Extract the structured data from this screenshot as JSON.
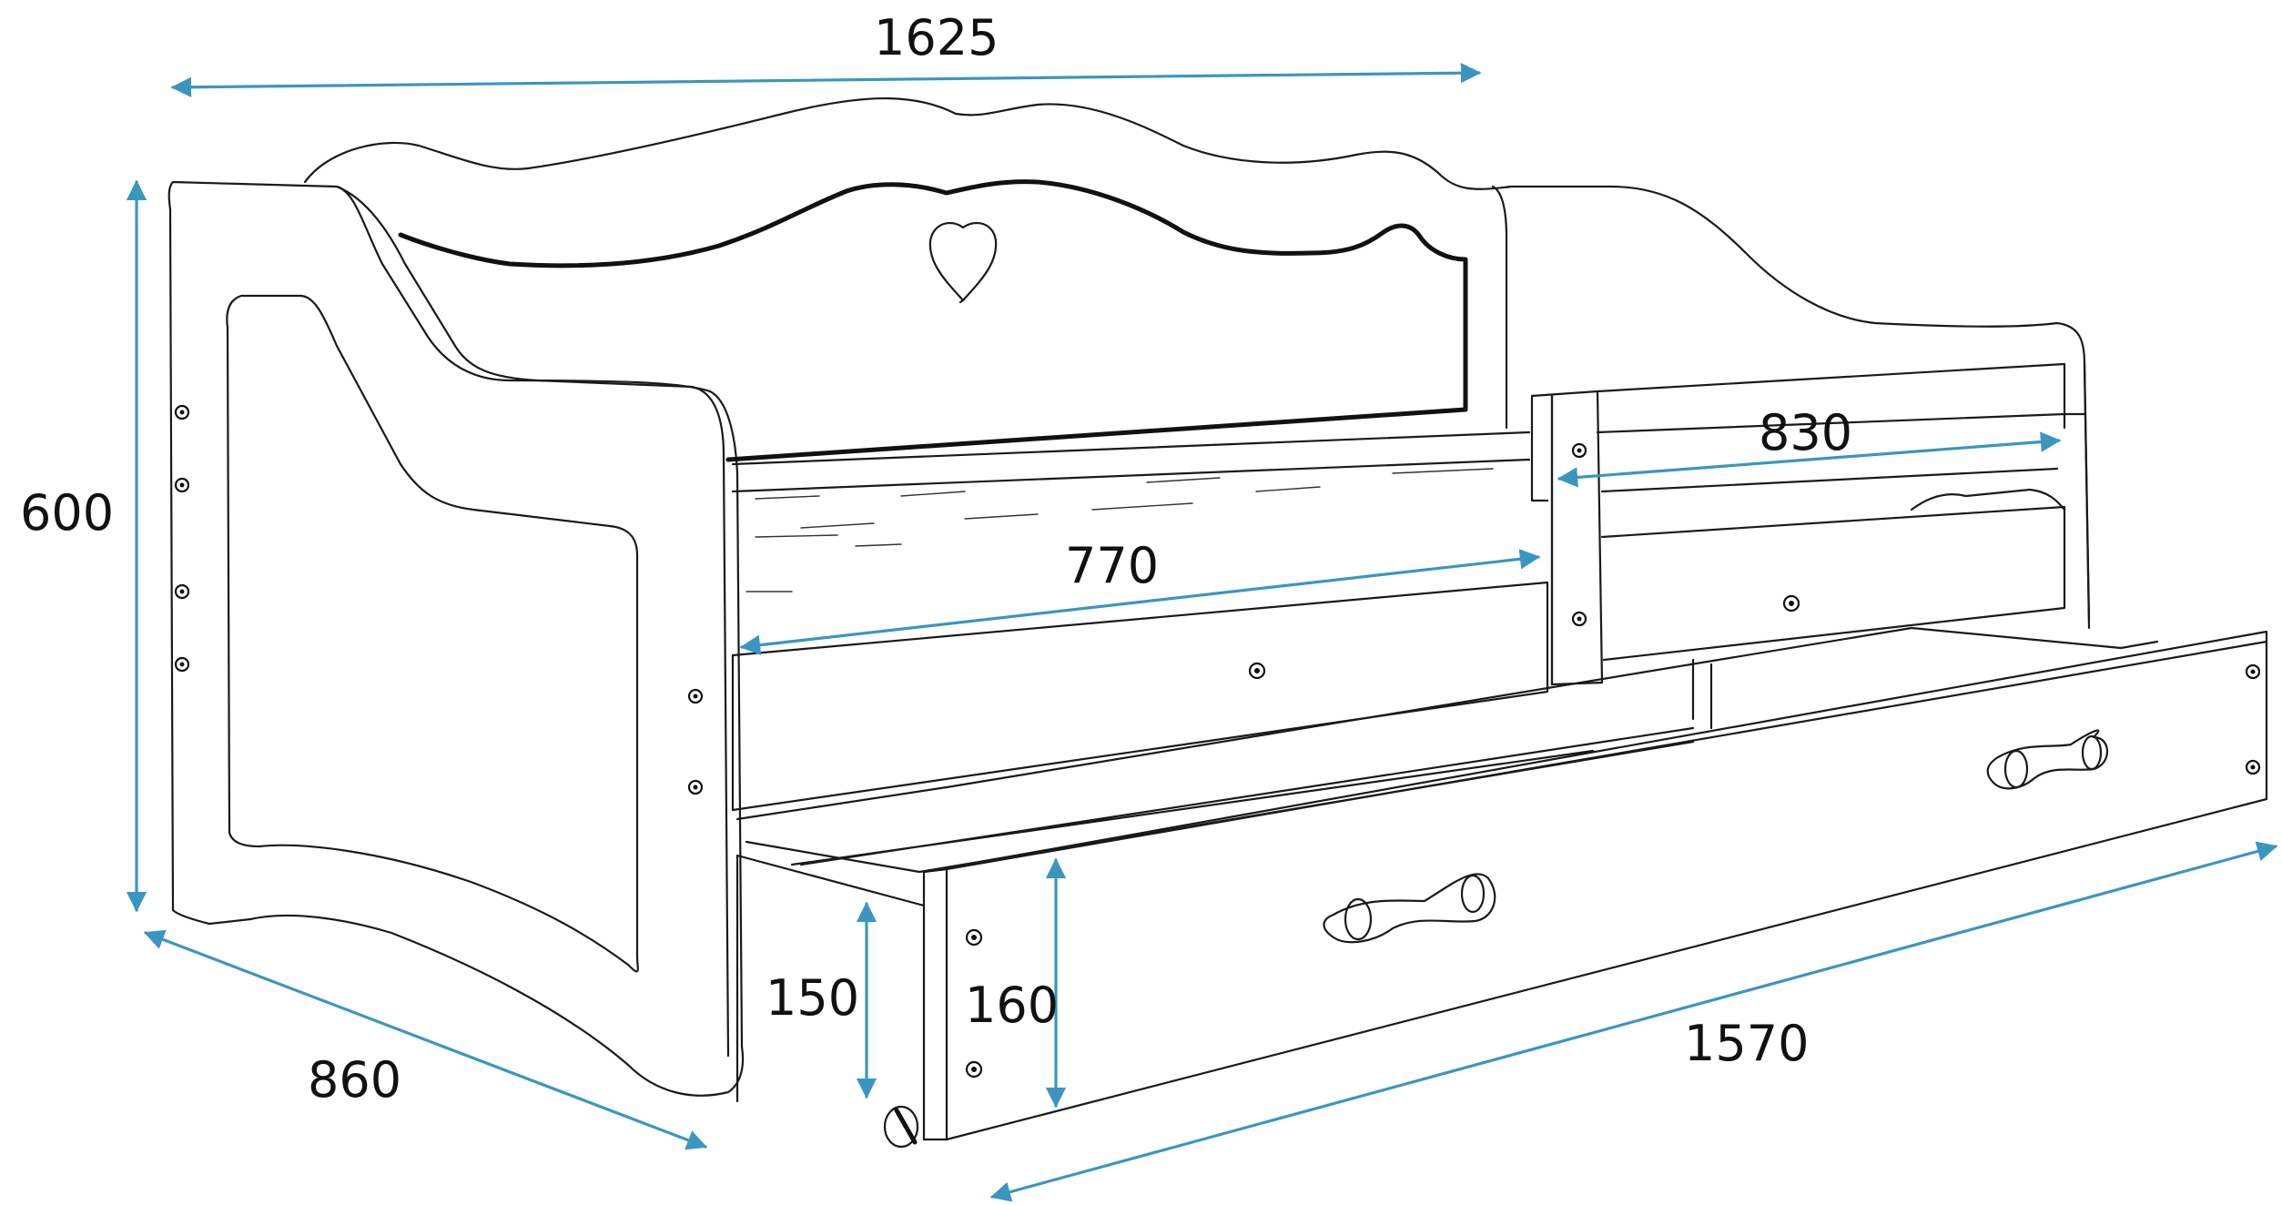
{
  "dimensions": {
    "total_length": "1625",
    "height": "600",
    "depth": "860",
    "rail_length": "830",
    "sleeping_width": "770",
    "drawer_inner_height": "150",
    "drawer_front_height": "160",
    "drawer_length": "1570"
  },
  "colors": {
    "dimension_line": "#3a96c0",
    "outline": "#1a1a1a",
    "background": "#ffffff"
  },
  "icons": {
    "heart": "heart-icon"
  }
}
